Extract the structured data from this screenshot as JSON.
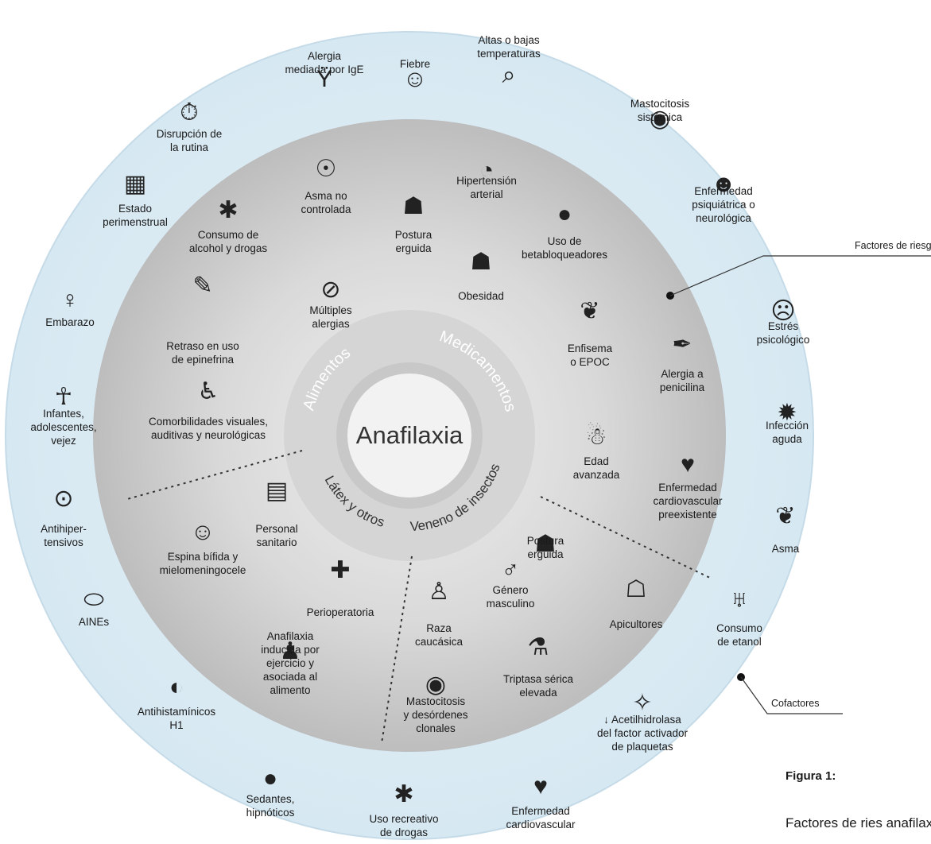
{
  "center": {
    "title": "Anafilaxia"
  },
  "sectors": {
    "alimentos": "Alimentos",
    "medicamentos": "Medicamentos",
    "veneno": "Veneno de insectos",
    "latex": "Látex y otros"
  },
  "side_labels": {
    "factores": "Factores de riesgo",
    "cofactores": "Cofactores"
  },
  "figure": {
    "caption": "Figura 1:",
    "text": "Factores de ries anafilaxia"
  },
  "outer_ring": [
    {
      "lines": [
        "Alergia",
        "mediada por IgE"
      ],
      "icon": "antibody-icon"
    },
    {
      "lines": [
        "Fiebre"
      ],
      "icon": "fever-icon"
    },
    {
      "lines": [
        "Altas o bajas",
        "temperaturas"
      ],
      "icon": "thermometer-icon"
    },
    {
      "lines": [
        "Mastocitosis",
        "sistémica"
      ],
      "icon": "mast-cell-icon"
    },
    {
      "lines": [
        "Enfermedad",
        "psiquiátrica o",
        "neurológica"
      ],
      "icon": "brain-icon"
    },
    {
      "lines": [
        "Estrés",
        "psicológico"
      ],
      "icon": "stress-icon"
    },
    {
      "lines": [
        "Infección",
        "aguda"
      ],
      "icon": "virus-icon"
    },
    {
      "lines": [
        "Asma"
      ],
      "icon": "lungs-icon"
    },
    {
      "lines": [
        "Consumo",
        "de etanol"
      ],
      "icon": "glasses-icon"
    },
    {
      "lines": [
        "↓ Acetilhidrolasa",
        "del factor activador",
        "de plaquetas"
      ],
      "icon": "stars-icon"
    },
    {
      "lines": [
        "Enfermedad",
        "cardiovascular"
      ],
      "icon": "heart-icon"
    },
    {
      "lines": [
        "Uso recreativo",
        "de drogas"
      ],
      "icon": "drugs-icon"
    },
    {
      "lines": [
        "Sedantes,",
        "hipnóticos"
      ],
      "icon": "pills-icon"
    },
    {
      "lines": [
        "Antihistamínicos",
        "H1"
      ],
      "icon": "pill-icon"
    },
    {
      "lines": [
        "AINEs"
      ],
      "icon": "capsule-icon"
    },
    {
      "lines": [
        "Antihiper-",
        "tensivos"
      ],
      "icon": "blood-pressure-icon"
    },
    {
      "lines": [
        "Infantes,",
        "adolescentes,",
        "vejez"
      ],
      "icon": "ages-icon"
    },
    {
      "lines": [
        "Embarazo"
      ],
      "icon": "pregnancy-icon"
    },
    {
      "lines": [
        "Estado",
        "perimenstrual"
      ],
      "icon": "calendar-icon"
    },
    {
      "lines": [
        "Disrupción de",
        "la rutina"
      ],
      "icon": "routine-icon"
    }
  ],
  "inner_ring": [
    {
      "lines": [
        "Asma no",
        "controlada"
      ],
      "icon": "inhaler-icon"
    },
    {
      "lines": [
        "Postura",
        "erguida"
      ],
      "icon": "standing-icon"
    },
    {
      "lines": [
        "Hipertensión",
        "arterial"
      ],
      "icon": "sphygmomanometer-icon"
    },
    {
      "lines": [
        "Uso de",
        "betabloqueadores"
      ],
      "icon": "pills-icon"
    },
    {
      "lines": [
        "Obesidad"
      ],
      "icon": "obesity-icon"
    },
    {
      "lines": [
        "Consumo de",
        "alcohol y drogas"
      ],
      "icon": "drugs-icon"
    },
    {
      "lines": [
        "Múltiples",
        "alergias"
      ],
      "icon": "no-icon"
    },
    {
      "lines": [
        "Retraso en uso",
        "de epinefrina"
      ],
      "icon": "injector-icon"
    },
    {
      "lines": [
        "Comorbilidades visuales,",
        "auditivas y neurológicas"
      ],
      "icon": "disability-icon"
    },
    {
      "lines": [
        "Enfisema",
        "o EPOC"
      ],
      "icon": "lungs-icon"
    },
    {
      "lines": [
        "Alergia a",
        "penicilina"
      ],
      "icon": "syringe-icon"
    },
    {
      "lines": [
        "Edad",
        "avanzada"
      ],
      "icon": "elderly-icon"
    },
    {
      "lines": [
        "Enfermedad",
        "cardiovascular",
        "preexistente"
      ],
      "icon": "heart-icon"
    },
    {
      "lines": [
        "Personal",
        "sanitario"
      ],
      "icon": "hospital-icon"
    },
    {
      "lines": [
        "Espina bífida y",
        "mielomeningocele"
      ],
      "icon": "baby-icon"
    },
    {
      "lines": [
        "Perioperatoria"
      ],
      "icon": "surgery-icon"
    },
    {
      "lines": [
        "Anafilaxia",
        "inducida por",
        "ejercicio y",
        "asociada al",
        "alimento"
      ],
      "icon": "runner-icon"
    },
    {
      "lines": [
        "Postura",
        "erguida"
      ],
      "icon": "standing-icon"
    },
    {
      "lines": [
        "Género",
        "masculino"
      ],
      "icon": "male-icon"
    },
    {
      "lines": [
        "Apicultores"
      ],
      "icon": "beekeeper-icon"
    },
    {
      "lines": [
        "Raza",
        "caucásica"
      ],
      "icon": "person-icon"
    },
    {
      "lines": [
        "Triptasa sérica",
        "elevada"
      ],
      "icon": "test-tube-icon"
    },
    {
      "lines": [
        "Mastocitosis",
        "y desórdenes",
        "clonales"
      ],
      "icon": "mast-cell-icon"
    }
  ]
}
